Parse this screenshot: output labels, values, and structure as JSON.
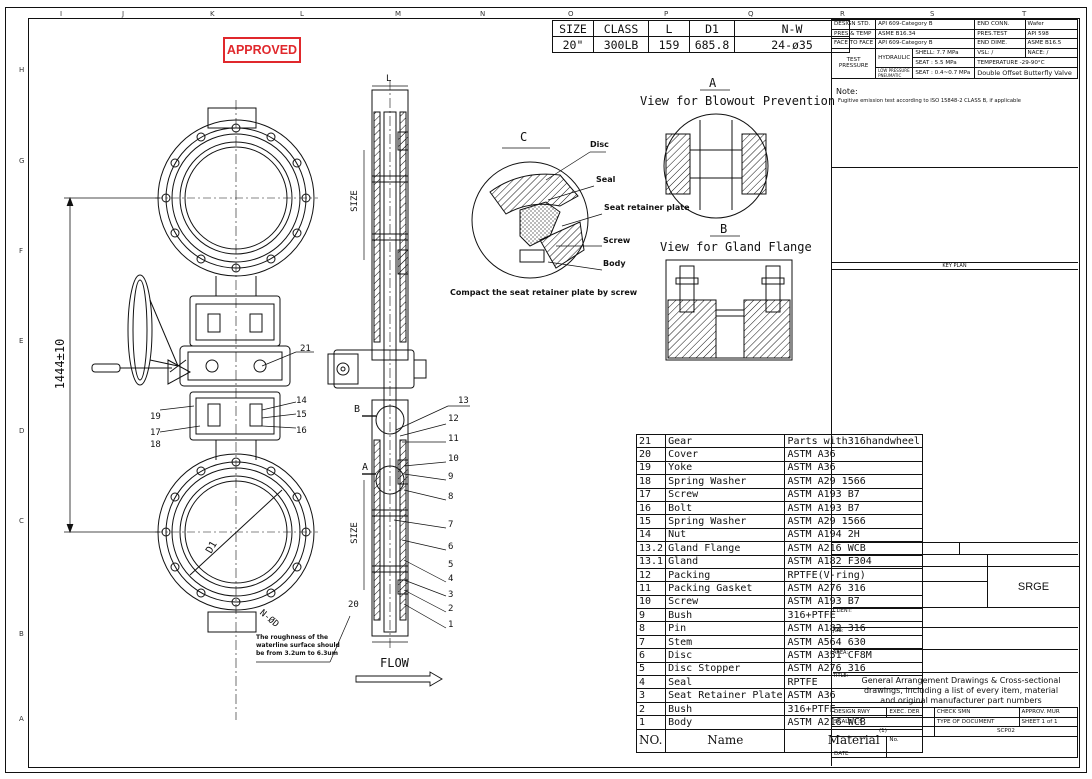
{
  "stamp": "APPROVED",
  "spec": {
    "headers": [
      "SIZE",
      "CLASS",
      "L",
      "D1",
      "N-W"
    ],
    "values": [
      "20\"",
      "300LB",
      "159",
      "685.8",
      "24-ø35"
    ]
  },
  "zones": {
    "columns": [
      "I",
      "J",
      "K",
      "L",
      "M",
      "N",
      "O",
      "P",
      "Q",
      "R",
      "S",
      "T"
    ],
    "rows": [
      "H",
      "G",
      "F",
      "E",
      "D",
      "C",
      "B",
      "A"
    ]
  },
  "views": {
    "a_letter": "A",
    "a_title": "View for Blowout Prevention",
    "b_letter": "B",
    "b_title": "View for Gland Flange",
    "c_letter": "C",
    "c_labels": [
      "Disc",
      "Seal",
      "Seat retainer plate",
      "Screw",
      "Body"
    ],
    "c_caption": "Compact the seat retainer plate by screw"
  },
  "dims": {
    "center": "1444±10",
    "size": "SIZE",
    "d1": "D1",
    "nw": "N-ØD",
    "length": "L",
    "flow": "FLOW",
    "note": "The roughness of the waterline surface should be from 3.2um to 6.3um",
    "section_a": "A",
    "section_b": "B"
  },
  "callouts": {
    "left": [
      "21",
      "19",
      "17",
      "18",
      "14",
      "15",
      "16"
    ],
    "right": [
      "13",
      "12",
      "11",
      "10",
      "9",
      "8",
      "7",
      "6",
      "5",
      "4",
      "3",
      "2",
      "1",
      "20"
    ]
  },
  "parts": {
    "header": {
      "no": "NO.",
      "name": "Name",
      "material": "Material"
    },
    "rows": [
      {
        "no": "21",
        "name": "Gear",
        "material": "Parts with316handwheel"
      },
      {
        "no": "20",
        "name": "Cover",
        "material": "ASTM A36"
      },
      {
        "no": "19",
        "name": "Yoke",
        "material": "ASTM A36"
      },
      {
        "no": "18",
        "name": "Spring Washer",
        "material": "ASTM A29 1566"
      },
      {
        "no": "17",
        "name": "Screw",
        "material": "ASTM A193 B7"
      },
      {
        "no": "16",
        "name": "Bolt",
        "material": "ASTM A193 B7"
      },
      {
        "no": "15",
        "name": "Spring Washer",
        "material": "ASTM A29 1566"
      },
      {
        "no": "14",
        "name": "Nut",
        "material": "ASTM A194 2H"
      },
      {
        "no": "13.2",
        "name": "Gland Flange",
        "material": "ASTM A216 WCB"
      },
      {
        "no": "13.1",
        "name": "Gland",
        "material": "ASTM A182 F304"
      },
      {
        "no": "12",
        "name": "Packing",
        "material": "RPTFE(V-ring)"
      },
      {
        "no": "11",
        "name": "Packing Gasket",
        "material": "ASTM A276 316"
      },
      {
        "no": "10",
        "name": "Screw",
        "material": "ASTM A193 B7"
      },
      {
        "no": "9",
        "name": "Bush",
        "material": "316+PTFE"
      },
      {
        "no": "8",
        "name": "Pin",
        "material": "ASTM A182 316"
      },
      {
        "no": "7",
        "name": "Stem",
        "material": "ASTM A564 630"
      },
      {
        "no": "6",
        "name": "Disc",
        "material": "ASTM A351 CF8M"
      },
      {
        "no": "5",
        "name": "Disc Stopper",
        "material": "ASTM A276 316"
      },
      {
        "no": "4",
        "name": "Seal",
        "material": "RPTFE"
      },
      {
        "no": "3",
        "name": "Seat Retainer Plate",
        "material": "ASTM A36"
      },
      {
        "no": "2",
        "name": "Bush",
        "material": "316+PTFE"
      },
      {
        "no": "1",
        "name": "Body",
        "material": "ASTM A216 WCB"
      }
    ]
  },
  "titleblock": {
    "design_std_label": "DESIGN STD.",
    "design_std": "API 609-Category B",
    "end_conn_label": "END CONN.",
    "end_conn": "Wafer",
    "pres_temp_label": "PRES.& TEMP",
    "pres_temp": "ASME B16.34",
    "pres_test_label": "PRES.TEST",
    "pres_test": "API 598",
    "face_label": "FACE TO FACE",
    "face": "API 609-Category B",
    "end_dime_label": "END DIME.",
    "end_dime": "ASME B16.5",
    "test_pressure": "TEST PRESSURE",
    "hydraulic": "HYDRAULIC",
    "low_pressure": "LOW PRESSURE PNEUMATIC",
    "shell": "SHELL: 7.7 MPa",
    "vsl": "VSL:  /",
    "nace": "NACE:  /",
    "seat": "SEAT : 5.5 MPa",
    "temperature": "TEMPERATURE    -29-90°C",
    "seat_low": "SEAT : 0.4~0.7 MPa",
    "valve_type": "Double Offset Butterfly Valve",
    "note_title": "Note:",
    "note_text": "Fugitive emission test according to ISO 15848-2 CLASS B, if applicable",
    "key_plan": "KEY PLAN",
    "company": "SRGE",
    "client": "CLIENT:",
    "job": "JOB:",
    "area": "AREA:",
    "title_label": "TITLE:",
    "title_text": "General Arrangement Drawings & Cross-sectional drawings, including a list of every item, material and original manufacturer part numbers",
    "design": "DESIGN   RWY",
    "exec": "EXEC.   DER",
    "check": "CHECK   SMN",
    "approv": "APPROV.  MUR",
    "scale": "SCALE   1:5",
    "doc_type": "TYPE OF DOCUMENT",
    "sheet": "SHEET   1  of   1",
    "rev": "(1)",
    "docno": "SCP02",
    "date": "DATE",
    "no": "No."
  }
}
